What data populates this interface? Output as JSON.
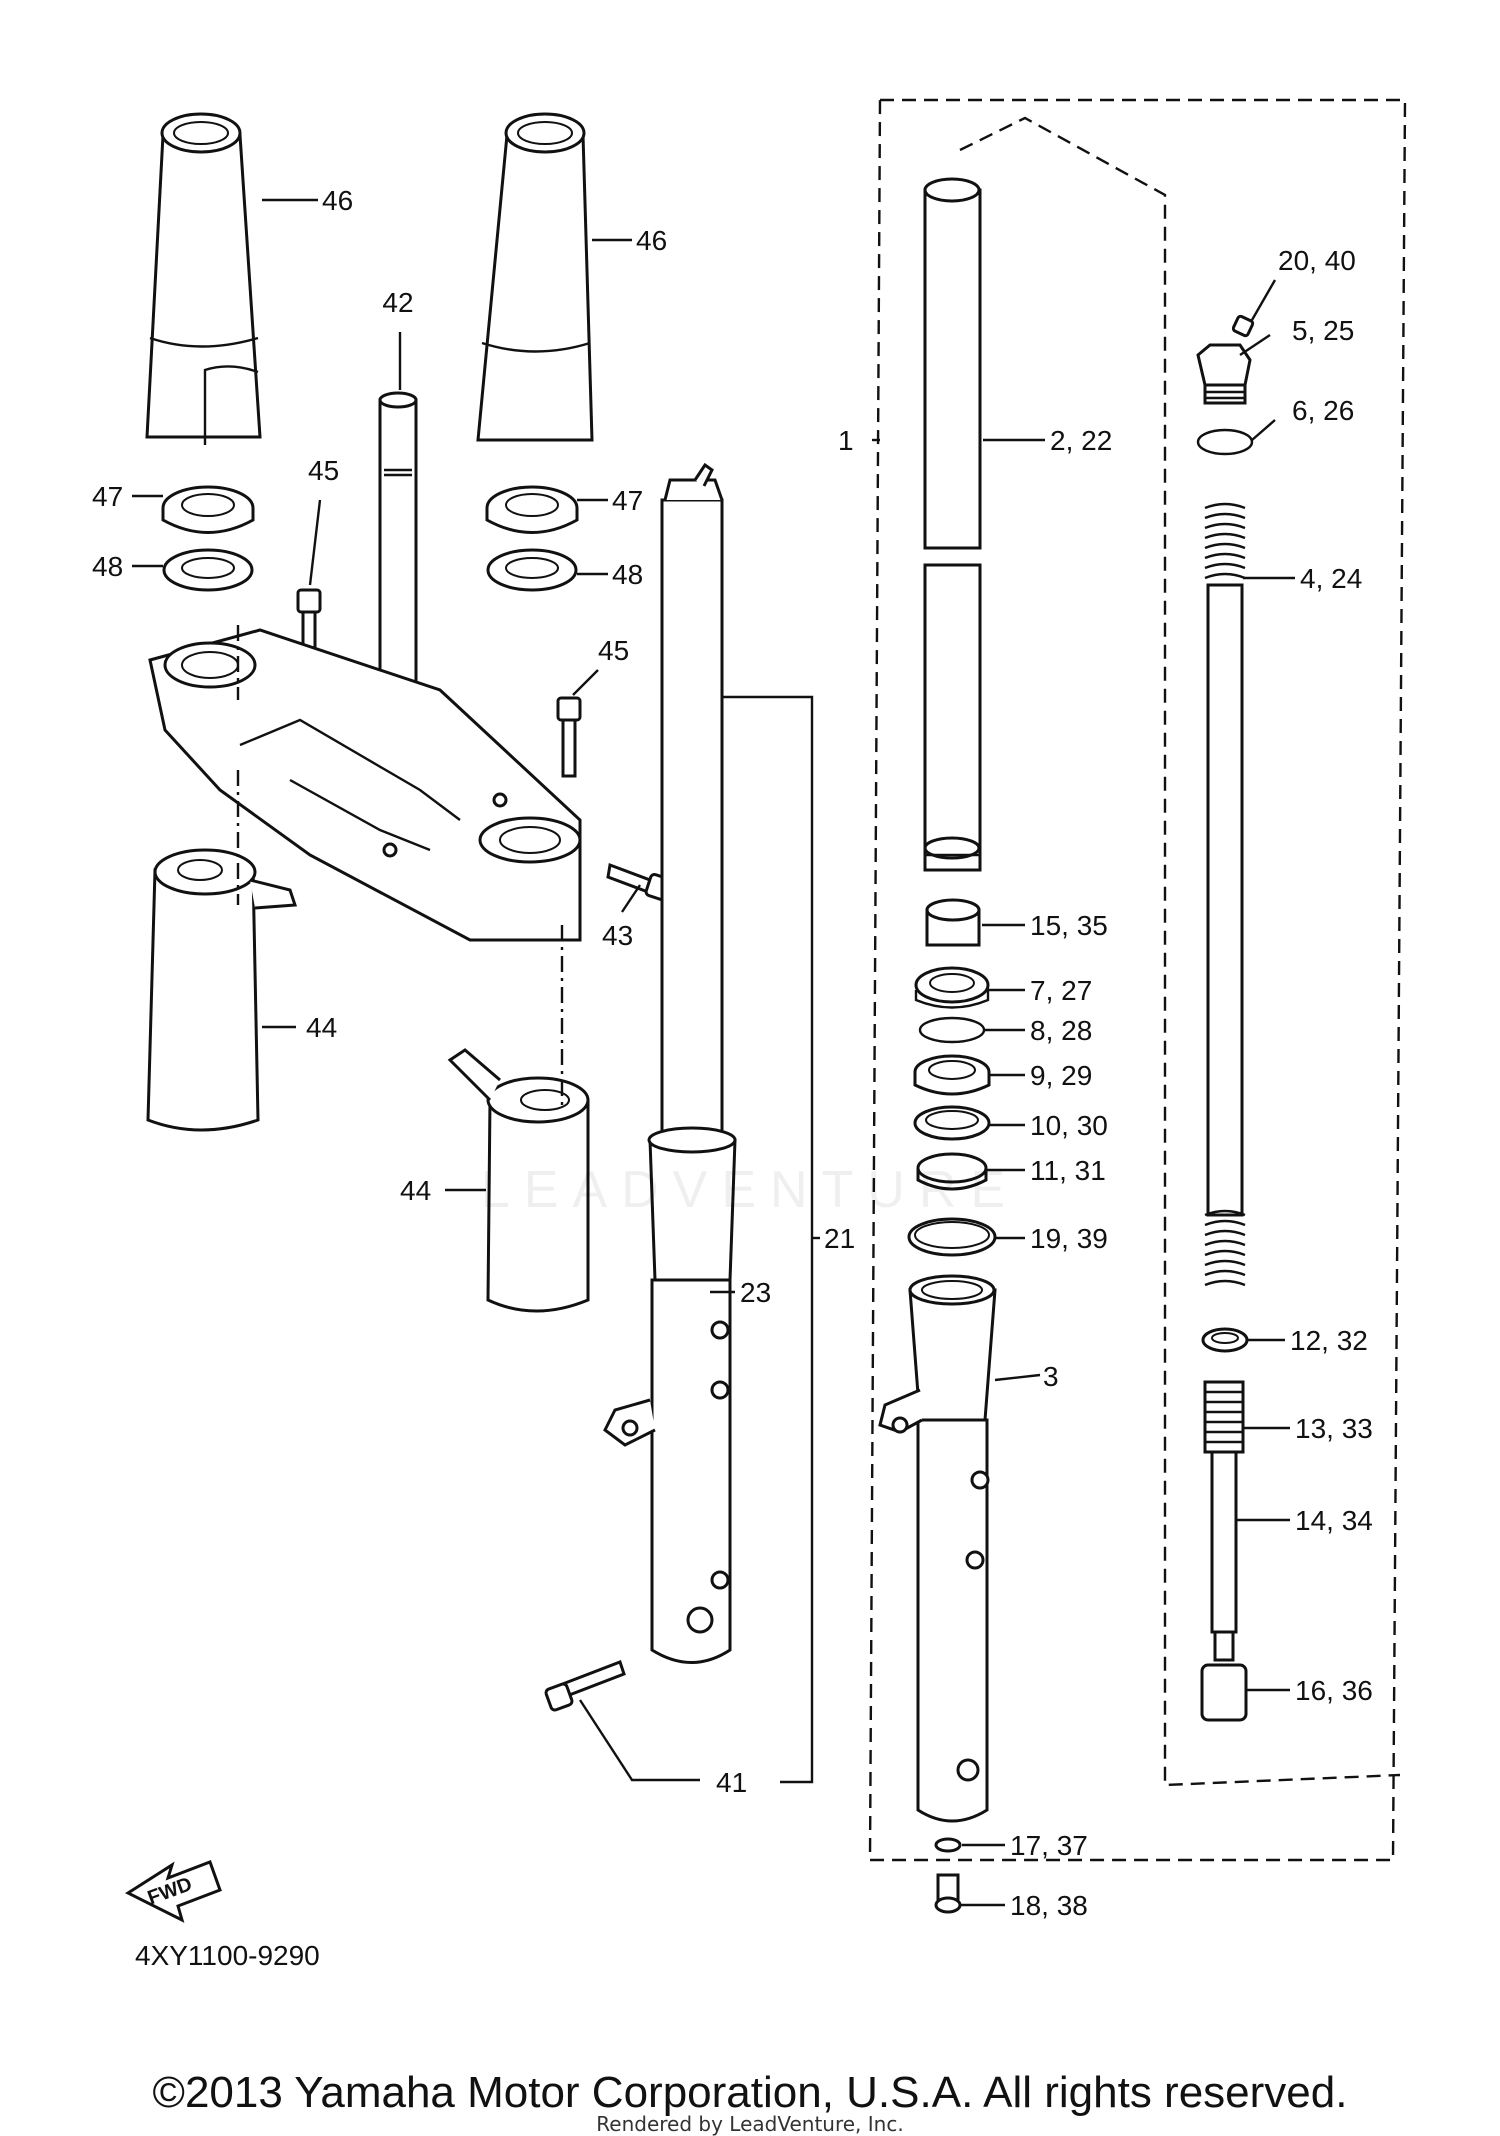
{
  "diagram_code": "4XY1100-9290",
  "copyright": "©2013 Yamaha Motor Corporation, U.S.A. All rights reserved.",
  "rendered_by": "Rendered by LeadVenture, Inc.",
  "watermark": "LEADVENTURE",
  "fwd_label": "FWD",
  "callouts": {
    "c1": "1",
    "c2_22": "2, 22",
    "c3": "3",
    "c4_24": "4, 24",
    "c5_25": "5, 25",
    "c6_26": "6, 26",
    "c7_27": "7, 27",
    "c8_28": "8, 28",
    "c9_29": "9, 29",
    "c10_30": "10, 30",
    "c11_31": "11, 31",
    "c12_32": "12, 32",
    "c13_33": "13, 33",
    "c14_34": "14, 34",
    "c15_35": "15, 35",
    "c16_36": "16, 36",
    "c17_37": "17, 37",
    "c18_38": "18, 38",
    "c19_39": "19, 39",
    "c20_40": "20, 40",
    "c21": "21",
    "c23": "23",
    "c41": "41",
    "c42": "42",
    "c43": "43",
    "c44a": "44",
    "c44b": "44",
    "c45a": "45",
    "c45b": "45",
    "c46a": "46",
    "c46b": "46",
    "c47a": "47",
    "c47b": "47",
    "c48a": "48",
    "c48b": "48"
  }
}
